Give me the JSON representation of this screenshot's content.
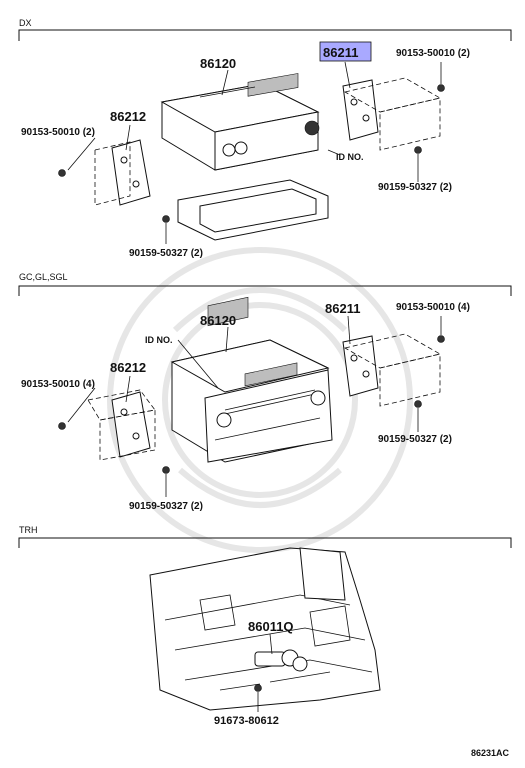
{
  "sections": {
    "dx": "DX",
    "gc": "GC,GL,SGL",
    "trh": "TRH"
  },
  "dx": {
    "radio": "86120",
    "bracket_right": "86211",
    "bracket_left": "86212",
    "screw_left": "90153-50010 (2)",
    "screw_right": "90153-50010 (2)",
    "bolt_right": "90159-50327 (2)",
    "bolt_left": "90159-50327 (2)",
    "id_no": "ID NO."
  },
  "gc": {
    "radio": "86120",
    "bracket_right": "86211",
    "bracket_left": "86212",
    "screw_left": "90153-50010 (4)",
    "screw_right": "90153-50010 (4)",
    "bolt_right": "90159-50327 (2)",
    "bolt_left": "90159-50327 (2)",
    "id_no": "ID NO."
  },
  "trh": {
    "antenna": "86011Q",
    "screw": "91673-80612"
  },
  "figure_code": "86231AC",
  "highlight_color": "#a9a9ff"
}
